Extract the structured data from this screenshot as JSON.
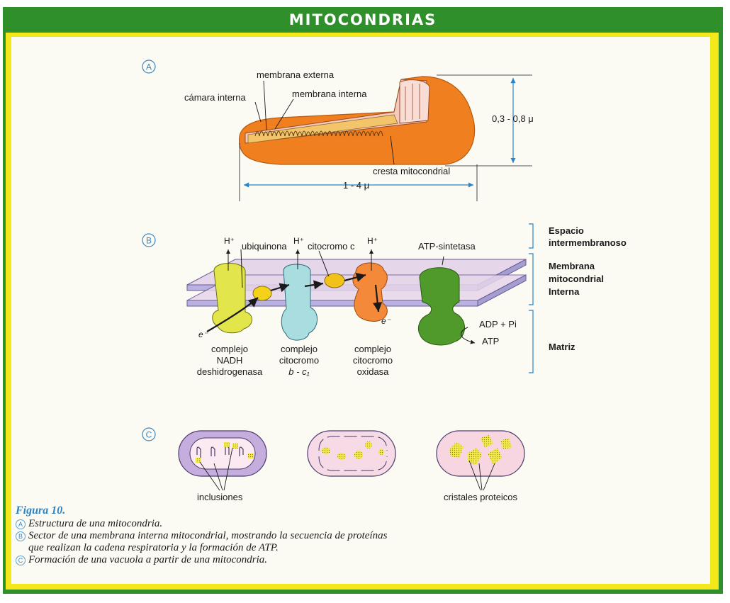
{
  "header": {
    "title": "MITOCONDRIAS"
  },
  "section_a": {
    "badge": "A",
    "labels": {
      "outer_membrane": "membrana externa",
      "inner_chamber": "cámara interna",
      "inner_membrane": "membrana interna",
      "crista": "cresta mitocondrial",
      "width_dim": "1 - 4 μ",
      "height_dim": "0,3 - 0,8 μ"
    }
  },
  "section_b": {
    "badge": "B",
    "proton_label": "H⁺",
    "electron_label": "e⁻",
    "labels": {
      "ubiquinone": "ubiquinona",
      "cytochrome_c": "citocromo c",
      "atp_synthase": "ATP-sintetasa",
      "adp_pi": "ADP + Pi",
      "atp": "ATP"
    },
    "complexes": [
      {
        "line1": "complejo",
        "line2": "NADH",
        "line3": "deshidrogenasa"
      },
      {
        "line1": "complejo",
        "line2": "citocromo",
        "line3": "b - c₁"
      },
      {
        "line1": "complejo",
        "line2": "citocromo",
        "line3": "oxidasa"
      }
    ],
    "regions": {
      "intermembrane_1": "Espacio",
      "intermembrane_2": "intermembranoso",
      "membrane_1": "Membrana",
      "membrane_2": "mitocondrial",
      "membrane_3": "Interna",
      "matrix": "Matriz"
    }
  },
  "section_c": {
    "badge": "C",
    "labels": {
      "inclusions": "inclusiones",
      "crystals": "cristales proteicos"
    }
  },
  "caption": {
    "figure": "Figura 10.",
    "items": [
      {
        "badge": "A",
        "text": "Estructura de una mitocondria."
      },
      {
        "badge": "B",
        "text": "Sector de una membrana interna mitocondrial, mostrando la secuencia de proteínas"
      },
      {
        "badge": "",
        "text": "que realizan la cadena respiratoria y la formación de ATP."
      },
      {
        "badge": "C",
        "text": "Formación de una vacuola a partir de una mitocondria."
      }
    ]
  },
  "colors": {
    "frame_green": "#2f8f2a",
    "border_yellow": "#f4e81a",
    "mitochondrion_orange": "#f07f1f",
    "membrane_lavender": "#c9c3e8",
    "complex_yellow": "#e2e64a",
    "complex_cyan": "#a9dde0",
    "complex_green": "#4f9a2a",
    "badge_blue": "#3b86c2"
  }
}
